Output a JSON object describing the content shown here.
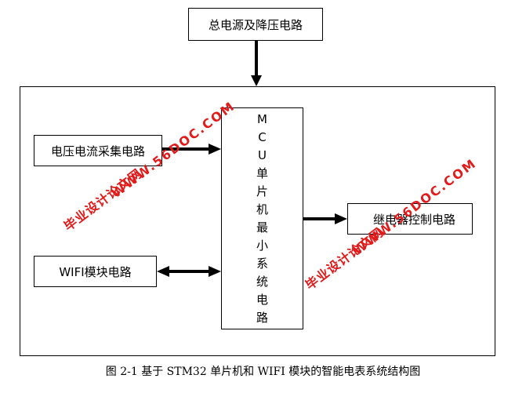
{
  "blocks": {
    "power": "总电源及降压电路",
    "sampling": "电压电流采集电路",
    "wifi": "WIFI模块电路",
    "relay": "继电器控制电路",
    "mcu_chars": [
      "M",
      "C",
      "U",
      "单",
      "片",
      "机",
      "最",
      "小",
      "系",
      "统",
      "电",
      "路"
    ]
  },
  "caption": "图 2-1 基于 STM32 单片机和 WIFI 模块的智能电表系统结构图",
  "watermarks": {
    "url": "WWW.56DOC.COM",
    "site": "毕业设计论文网"
  },
  "colors": {
    "line": "#000000",
    "watermark": "#e21a1a"
  }
}
